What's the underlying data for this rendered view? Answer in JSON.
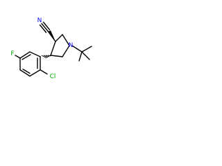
{
  "molecule": {
    "atoms": {
      "nitrogen_ring": "N",
      "nitrile_nitrogen": "N",
      "fluorine": "F",
      "chlorine": "Cl"
    },
    "colors": {
      "bond": "#000000",
      "nitrogen": "#0000ff",
      "fluorine": "#00aa00",
      "chlorine": "#00aa00"
    }
  }
}
